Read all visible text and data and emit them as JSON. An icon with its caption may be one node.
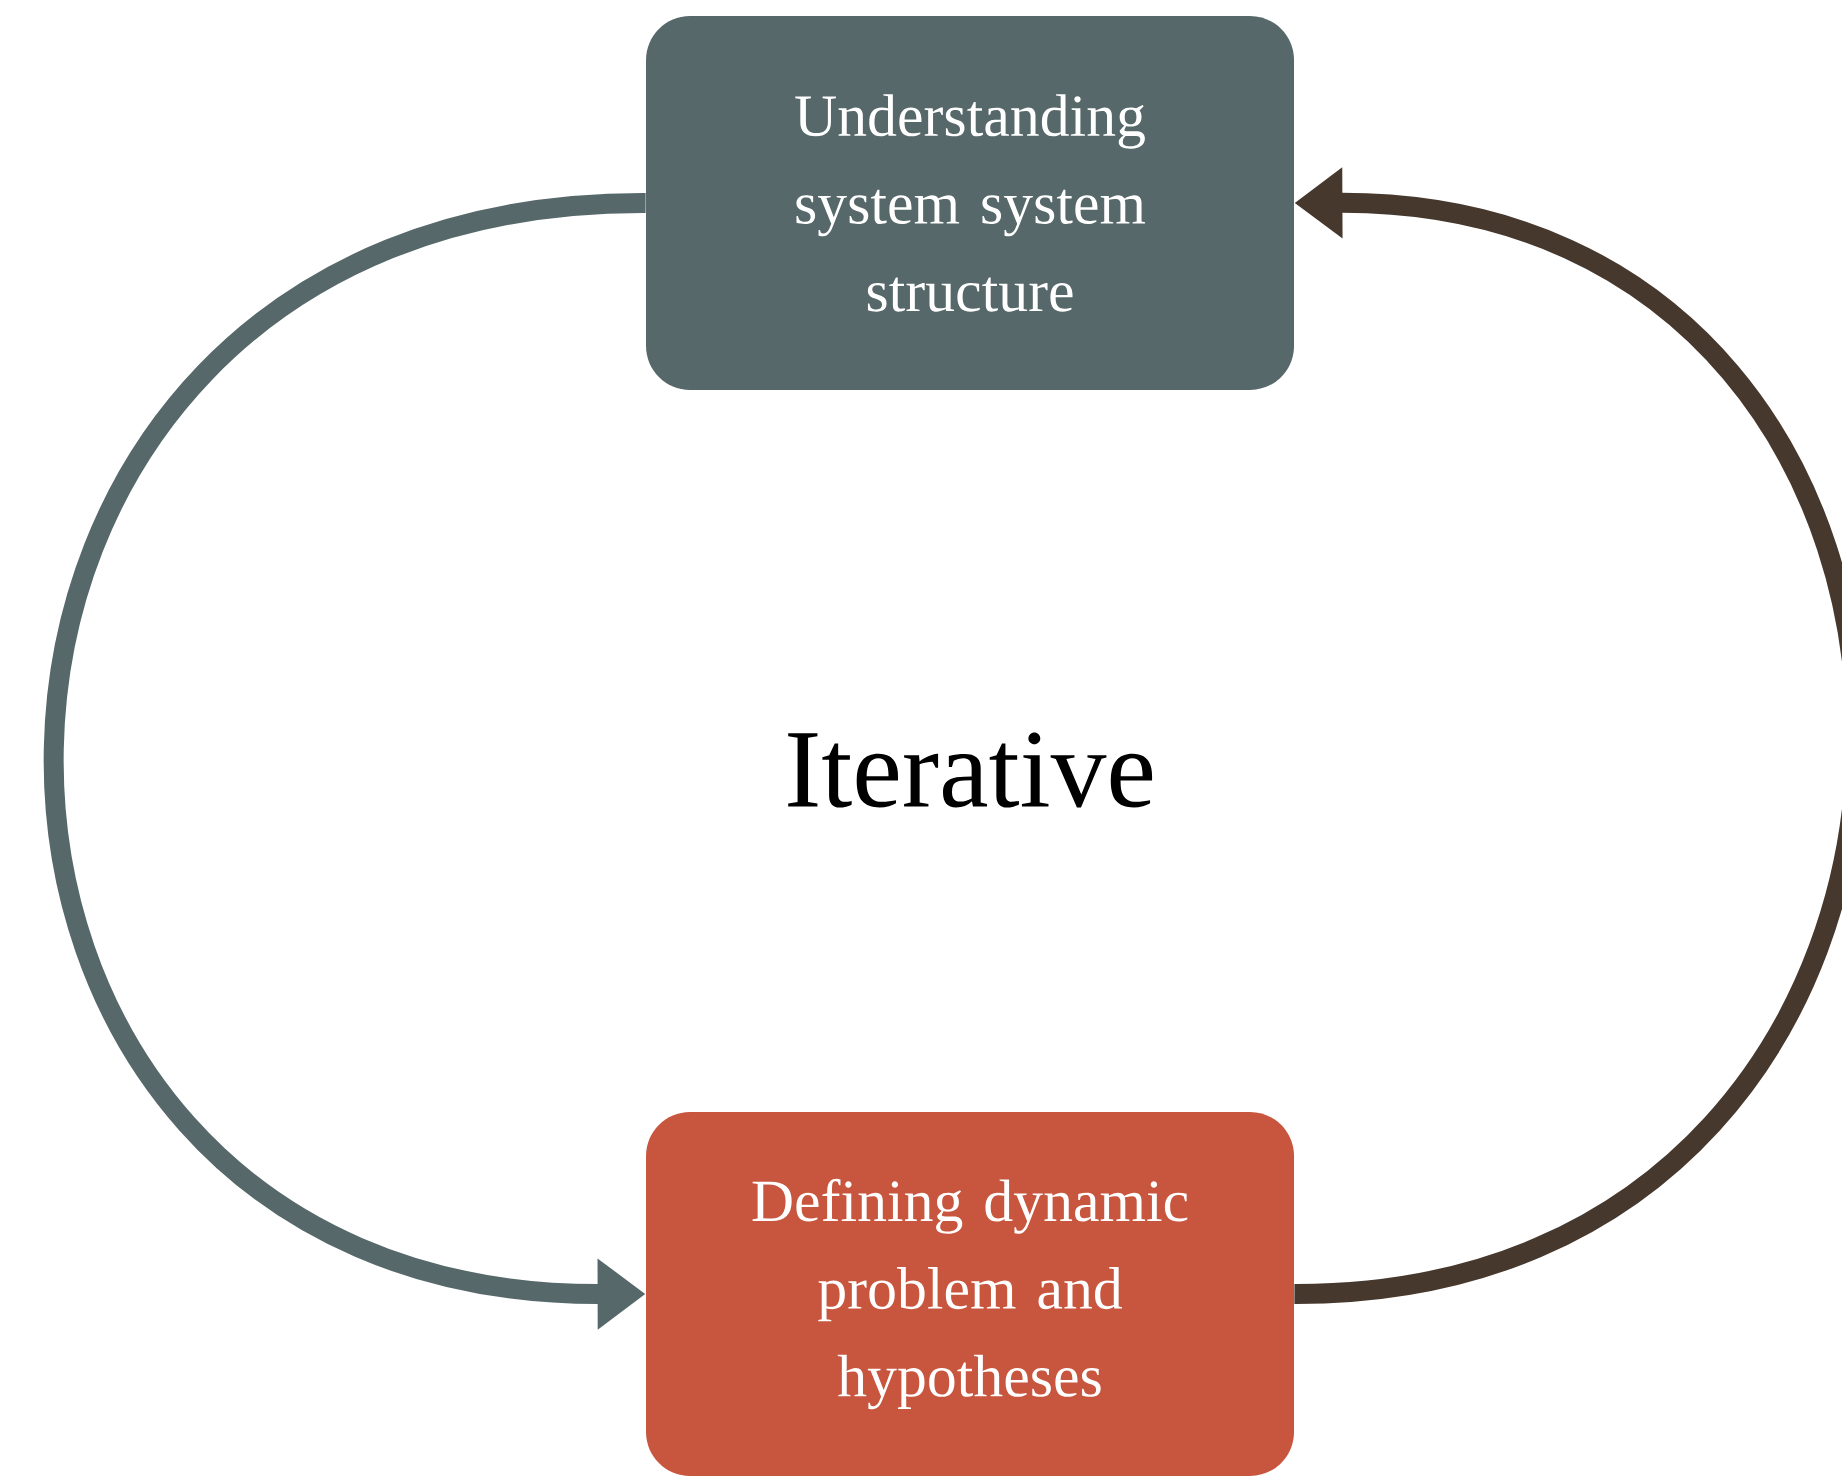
{
  "diagram": {
    "nodes": [
      {
        "text": [
          "Understanding system system structure"
        ]
      },
      {
        "text": [
          "Defining dynamic problem and hypotheses"
        ]
      }
    ],
    "edges": [
      {
        "from": 0,
        "to": 1,
        "arrow": "to",
        "color": "#56686a"
      },
      {
        "from": 1,
        "to": 0,
        "arrow": "to",
        "color": "#46382d"
      }
    ],
    "labels": [
      "Iterative"
    ]
  }
}
